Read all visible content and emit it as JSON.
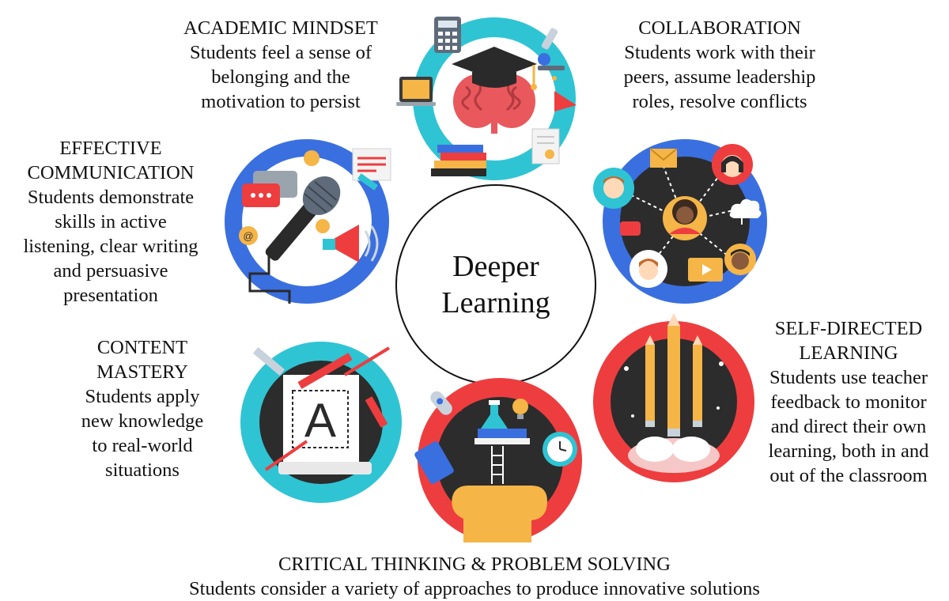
{
  "center": {
    "line1": "Deeper",
    "line2": "Learning"
  },
  "topics": {
    "academic_mindset": {
      "title": "ACADEMIC MINDSET",
      "lines": [
        "Students feel a sense of",
        "belonging and the",
        "motivation to persist"
      ]
    },
    "collaboration": {
      "title": "COLLABORATION",
      "lines": [
        "Students work with their",
        "peers, assume leadership",
        "roles, resolve conflicts"
      ]
    },
    "effective_communication": {
      "title_lines": [
        "EFFECTIVE",
        "COMMUNICATION"
      ],
      "lines": [
        "Students demonstrate",
        "skills in active",
        "listening, clear writing",
        "and persuasive",
        "presentation"
      ]
    },
    "content_mastery": {
      "title_lines": [
        "CONTENT",
        "MASTERY"
      ],
      "lines": [
        "Students apply",
        "new knowledge",
        "to real-world",
        "situations"
      ]
    },
    "self_directed_learning": {
      "title_lines": [
        "SELF-DIRECTED",
        "LEARNING"
      ],
      "lines": [
        "Students use teacher",
        "feedback to monitor",
        "and direct their own",
        "learning, both in and",
        "out of the classroom"
      ]
    },
    "critical_thinking": {
      "title": "CRITICAL THINKING & PROBLEM SOLVING",
      "lines": [
        "Students consider a variety of approaches to produce innovative solutions"
      ]
    }
  },
  "icons": {
    "academic_mindset": "graduation-brain-icon",
    "collaboration": "network-people-icon",
    "effective_communication": "microphone-icon",
    "content_mastery": "letter-a-paper-icon",
    "self_directed_learning": "pencil-rocket-icon",
    "critical_thinking": "head-ideas-icon"
  },
  "colors": {
    "teal": "#2fc4d3",
    "blue": "#3a6fe0",
    "red": "#ee3d3f",
    "dark": "#2c2c2c"
  },
  "content_mastery_letter": "A"
}
